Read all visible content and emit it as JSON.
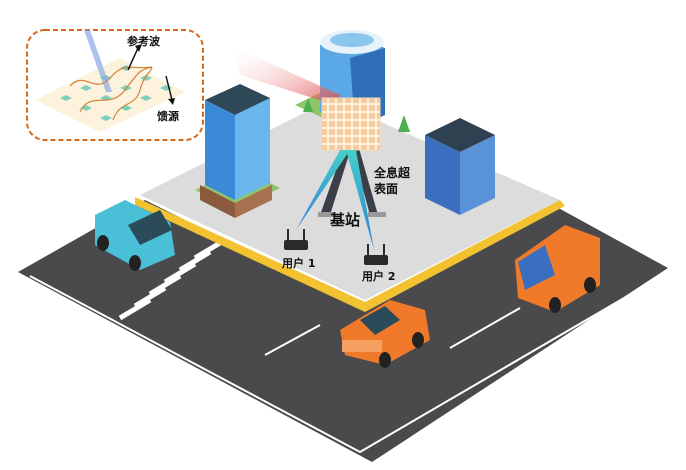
{
  "inset": {
    "reference_wave_label": "参考波",
    "feed_label": "馈源"
  },
  "scene": {
    "metasurface_label_line1": "全息超",
    "metasurface_label_line2": "表面",
    "base_station_label": "基站",
    "user1_label": "用户 1",
    "user2_label": "用户 2"
  },
  "colors": {
    "road": "#4a4a4c",
    "plaza": "#dcdcdc",
    "curb": "#f2c230",
    "beam": "#35b6d6",
    "inset_border": "#d2691e",
    "metasurface_cell": "#7fcfbf",
    "car_blue": "#49c0d8",
    "car_orange": "#f07a2a"
  }
}
